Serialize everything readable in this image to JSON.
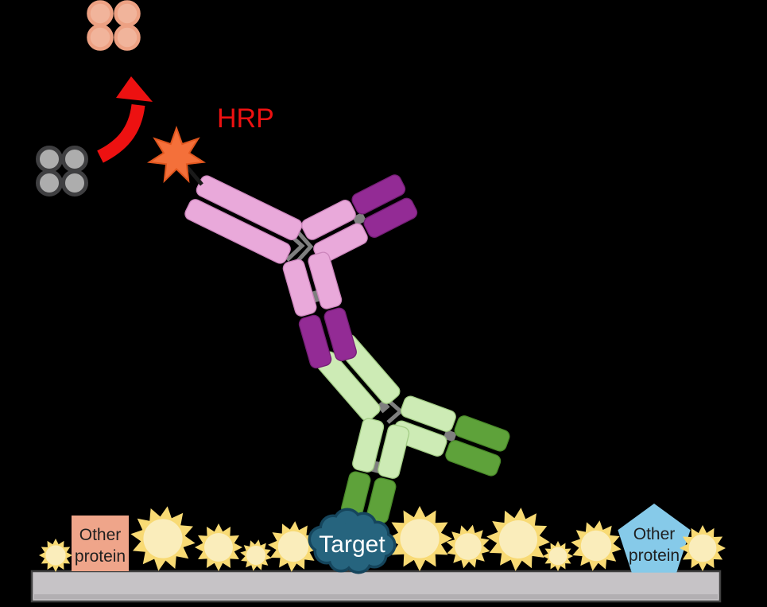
{
  "labels": {
    "hrp": "HRP",
    "target": "Target",
    "other_protein_left": {
      "line1": "Other",
      "line2": "protein"
    },
    "other_protein_right": {
      "line1": "Other",
      "line2": "protein"
    }
  },
  "molecule_counts": {
    "substrate_molecules": 4,
    "product_molecules": 4,
    "blocking_agents": 11
  },
  "colors": {
    "background": "#000000",
    "red": "#ED1111",
    "star-orange": "#F4703A",
    "pink-light": "#E9A9DA",
    "purple-dark": "#932B95",
    "green-light": "#CDEBB5",
    "green-dark": "#5EA23A",
    "substrate-gray": "#ADADAD",
    "substrate-stroke": "#3F3F41",
    "product-peach": "#F1B49B",
    "product-stroke": "#EDA183",
    "sun-petal": "#F8DA74",
    "sun-center": "#FAEDBB",
    "cloud-fill": "#26647E",
    "cloud-stroke": "#15455C",
    "square-salmon": "#EFA58A",
    "pentagon-blue": "#86CAE9",
    "surface-fill": "#C6C3C6",
    "surface-stroke": "#404040",
    "hinge-gray": "#7F7F7F"
  }
}
